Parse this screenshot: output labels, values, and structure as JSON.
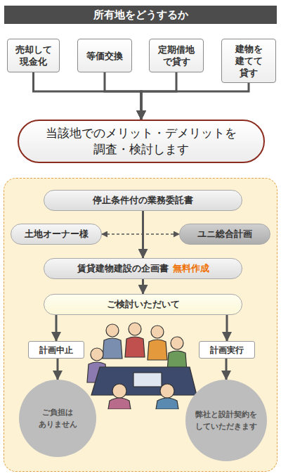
{
  "diagram": {
    "title": "所有地をどうするか",
    "nodes": [
      {
        "text": [
          "売却して 現金化"
        ]
      },
      {
        "text": [
          "等価交換"
        ]
      },
      {
        "text": [
          "定期借地 で貸す"
        ]
      },
      {
        "text": [
          "建物を 建てて 貸す"
        ]
      },
      {
        "text": [
          "当該地でのメリット・デメリットを 調査・検討します"
        ]
      },
      {
        "text": [
          "停止条件付の業務委託書"
        ]
      },
      {
        "text": [
          "土地オーナー様"
        ]
      },
      {
        "text": [
          "ユニ総合計画"
        ]
      },
      {
        "text": [
          "賃貸建物建設の企画書",
          "無料作成"
        ]
      },
      {
        "text": [
          "ご検討いただいて"
        ]
      },
      {
        "text": [
          "計画中止"
        ]
      },
      {
        "text": [
          "計画実行"
        ]
      },
      {
        "text": [
          "ご負担は ありません"
        ]
      },
      {
        "text": [
          "弊社と設計契約を していただきます"
        ]
      }
    ],
    "edges": [
      {
        "from": 0,
        "to": 4,
        "arrow": "to"
      },
      {
        "from": 1,
        "to": 4,
        "arrow": "to"
      },
      {
        "from": 2,
        "to": 4,
        "arrow": "to"
      },
      {
        "from": 3,
        "to": 4,
        "arrow": "to"
      },
      {
        "from": 5,
        "to": 8,
        "arrow": "to"
      },
      {
        "from": 6,
        "to": 7,
        "arrow": "both"
      },
      {
        "from": 8,
        "to": 9,
        "arrow": "to"
      },
      {
        "from": 9,
        "to": 10,
        "arrow": "to"
      },
      {
        "from": 9,
        "to": 11,
        "arrow": "to"
      },
      {
        "from": 10,
        "to": 12,
        "arrow": "to"
      },
      {
        "from": 11,
        "to": 13,
        "arrow": "to"
      }
    ]
  }
}
